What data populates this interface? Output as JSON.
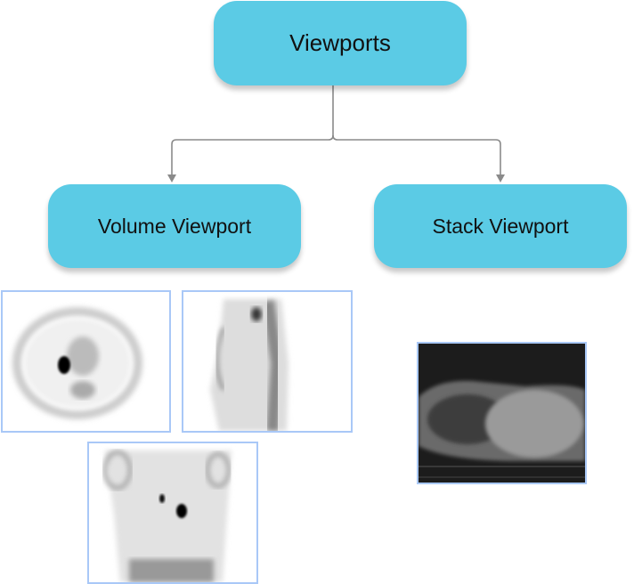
{
  "root": {
    "label": "Viewports"
  },
  "children": [
    {
      "label": "Volume Viewport"
    },
    {
      "label": "Stack Viewport"
    }
  ],
  "colors": {
    "node": "#5bcbe5",
    "connector": "#8a8a8a",
    "image_border": "#a9c8f7"
  },
  "images": {
    "volume": [
      "axial-pet-slice",
      "sagittal-pet-slice",
      "coronal-pet-slice"
    ],
    "stack": [
      "ct-slice"
    ]
  }
}
